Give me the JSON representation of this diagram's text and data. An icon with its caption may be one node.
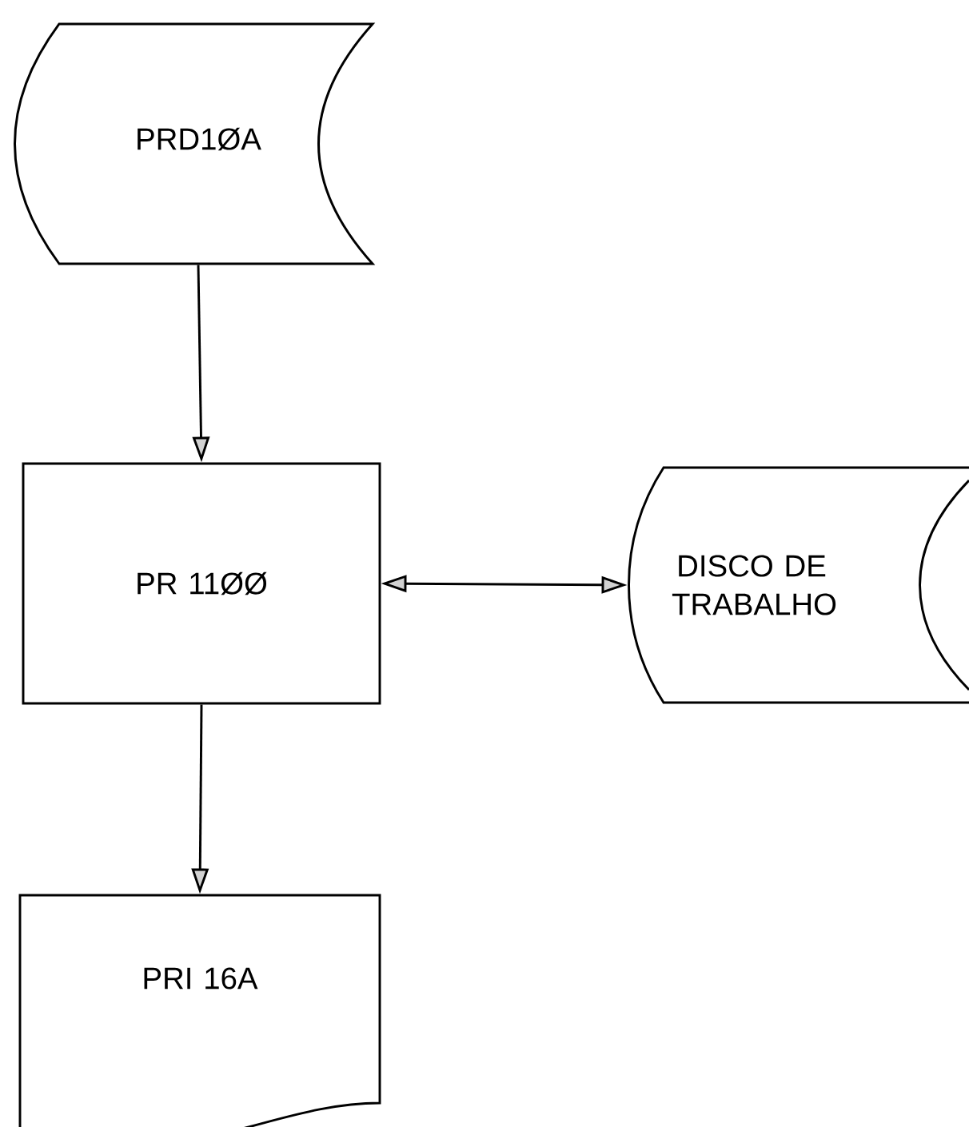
{
  "diagram": {
    "nodes": [
      {
        "text": [
          "PRD1ØA"
        ]
      },
      {
        "text": [
          "PR 11ØØ"
        ]
      },
      {
        "text": [
          "DISCO DE TRABALHO"
        ]
      },
      {
        "text": [
          "PRI 16A"
        ]
      }
    ],
    "edges": [
      {
        "from": 0,
        "to": 1,
        "arrow": "to"
      },
      {
        "from": 1,
        "to": 2,
        "arrow": "both"
      },
      {
        "from": 1,
        "to": 3,
        "arrow": "to"
      }
    ]
  }
}
